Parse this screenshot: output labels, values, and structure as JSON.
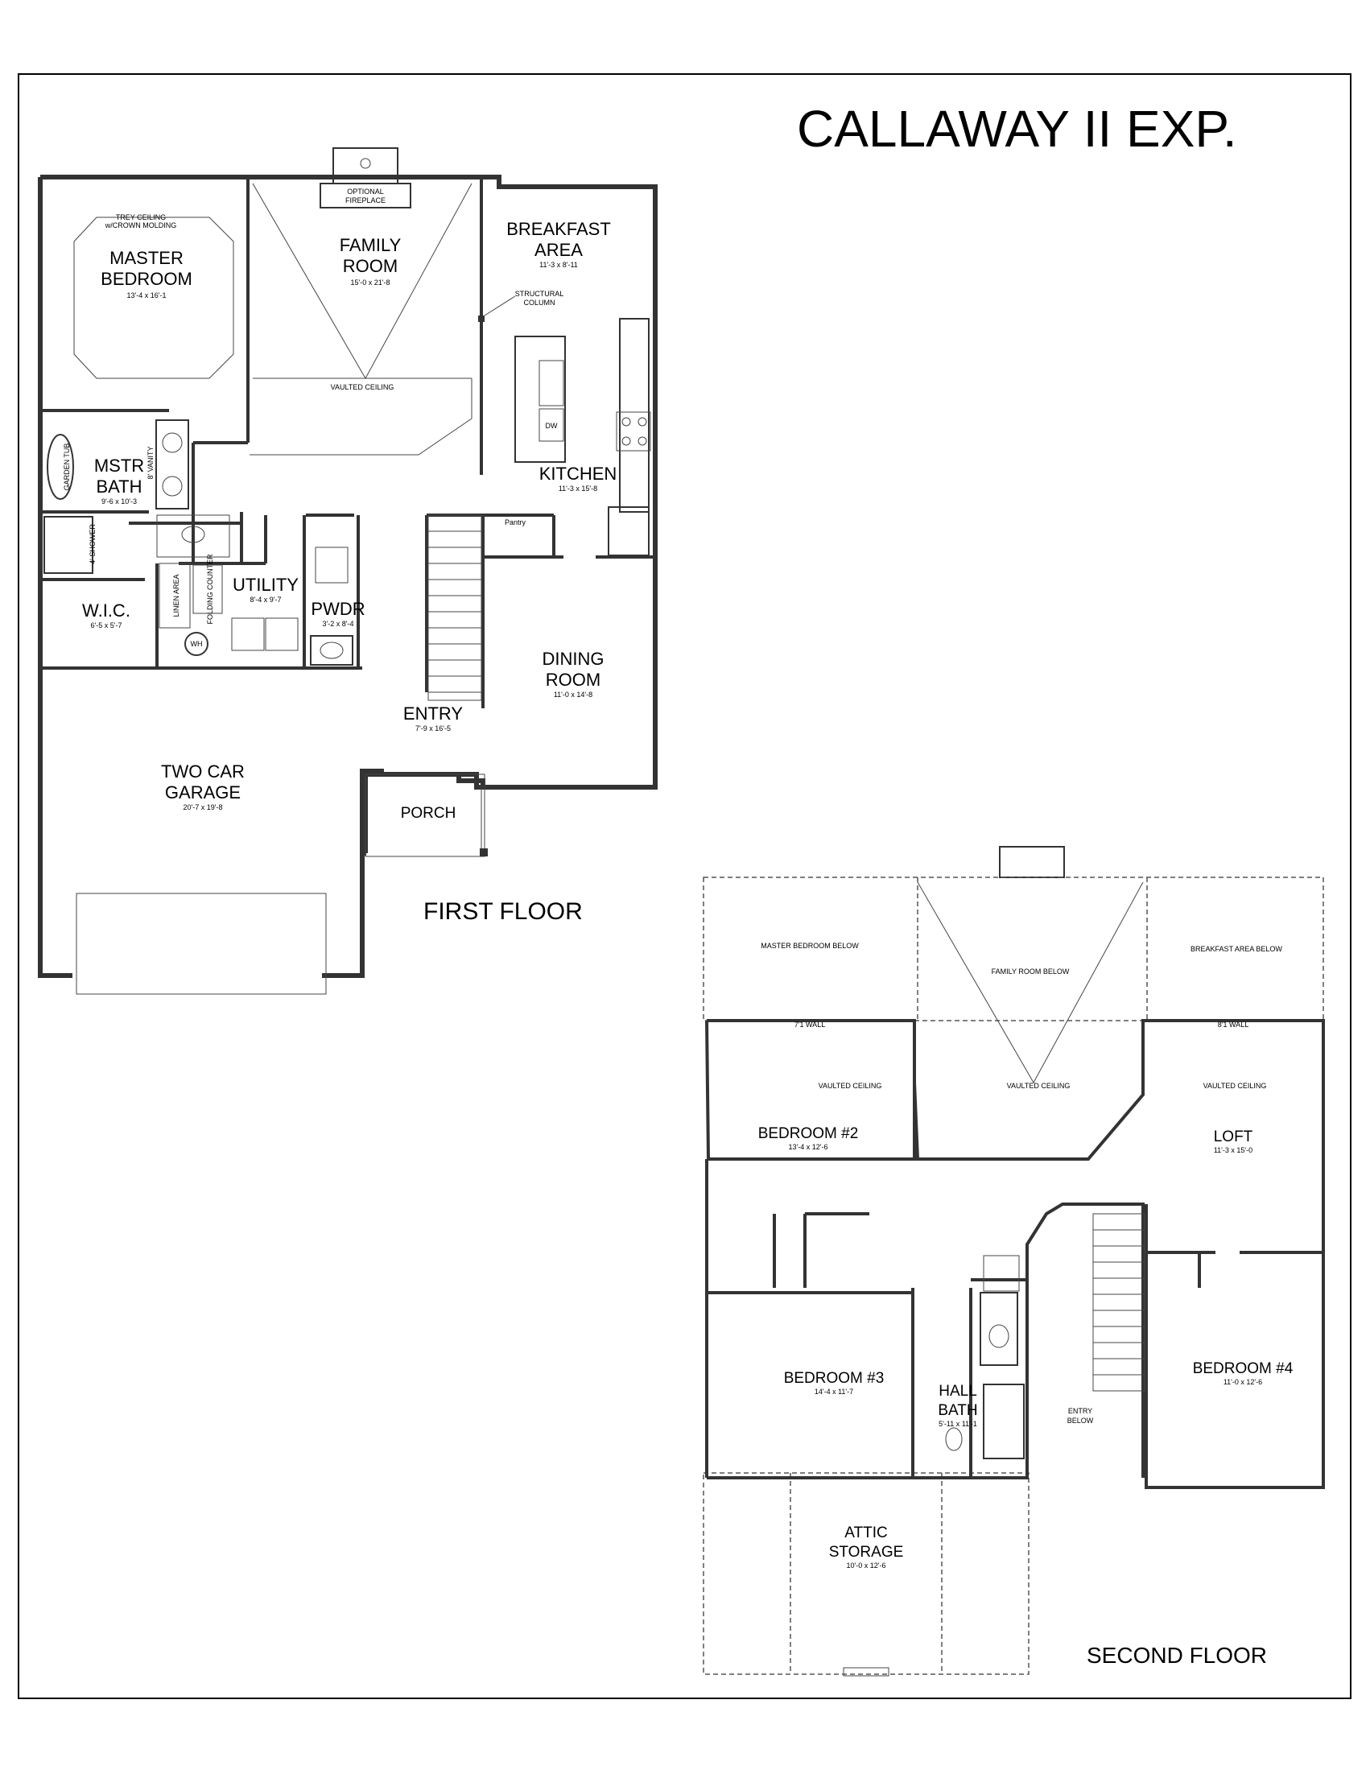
{
  "title": "CALLAWAY II EXP.",
  "first_floor": {
    "label": "FIRST FLOOR",
    "rooms": {
      "master_bedroom": {
        "name_line1": "MASTER",
        "name_line2": "BEDROOM",
        "dims": "13'-4 x 16'-1"
      },
      "trey_ceiling_line1": "TREY CEILING",
      "trey_ceiling_line2": "w/CROWN MOLDING",
      "family_room": {
        "name_line1": "FAMILY",
        "name_line2": "ROOM",
        "dims": "15'-0 x 21'-8"
      },
      "optional_fireplace_line1": "OPTIONAL",
      "optional_fireplace_line2": "FIREPLACE",
      "vaulted_ceiling": "VAULTED CEILING",
      "breakfast_area": {
        "name_line1": "BREAKFAST",
        "name_line2": "AREA",
        "dims": "11'-3 x 8'-11"
      },
      "structural_column_line1": "STRUCTURAL",
      "structural_column_line2": "COLUMN",
      "kitchen": {
        "name": "KITCHEN",
        "dims": "11'-3 x 15'-8"
      },
      "dw": "DW",
      "pantry": "Pantry",
      "mstr_bath": {
        "name_line1": "MSTR",
        "name_line2": "BATH",
        "dims": "9'-6 x 10'-3"
      },
      "garden_tub": "GARDEN TUB",
      "vanity": "8' VANITY",
      "shower": "4' SHOWER",
      "wic": {
        "name": "W.I.C.",
        "dims": "6'-5 x 5'-7"
      },
      "linen": "LINEN AREA",
      "folding_counter": "FOLDING COUNTER",
      "utility": {
        "name": "UTILITY",
        "dims": "8'-4 x 9'-7"
      },
      "wh": "WH",
      "pwdr": {
        "name": "PWDR",
        "dims": "3'-2 x 8'-4"
      },
      "entry": {
        "name": "ENTRY",
        "dims": "7'-9 x 16'-5"
      },
      "dining_room": {
        "name_line1": "DINING",
        "name_line2": "ROOM",
        "dims": "11'-0 x 14'-8"
      },
      "two_car_garage": {
        "name_line1": "TWO CAR",
        "name_line2": "GARAGE",
        "dims": "20'-7 x 19'-8"
      },
      "porch": "PORCH"
    }
  },
  "second_floor": {
    "label": "SECOND FLOOR",
    "rooms": {
      "master_bedroom_below": "MASTER BEDROOM BELOW",
      "family_room_below": "FAMILY ROOM BELOW",
      "breakfast_area_below": "BREAKFAST AREA BELOW",
      "wall_left": "7'1 WALL",
      "wall_right": "8'1 WALL",
      "vaulted_ceiling": "VAULTED CEILING",
      "bedroom2": {
        "name": "BEDROOM #2",
        "dims": "13'-4 x 12'-6"
      },
      "loft": {
        "name": "LOFT",
        "dims": "11'-3 x 15'-0"
      },
      "bedroom3": {
        "name": "BEDROOM #3",
        "dims": "14'-4 x 11'-7"
      },
      "hall_bath": {
        "name_line1": "HALL",
        "name_line2": "BATH",
        "dims": "5'-11 x 11'-1"
      },
      "entry_below_line1": "ENTRY",
      "entry_below_line2": "BELOW",
      "bedroom4": {
        "name": "BEDROOM #4",
        "dims": "11'-0 x 12'-6"
      },
      "attic_storage": {
        "name_line1": "ATTIC",
        "name_line2": "STORAGE",
        "dims": "10'-0 x 12'-6"
      }
    }
  }
}
